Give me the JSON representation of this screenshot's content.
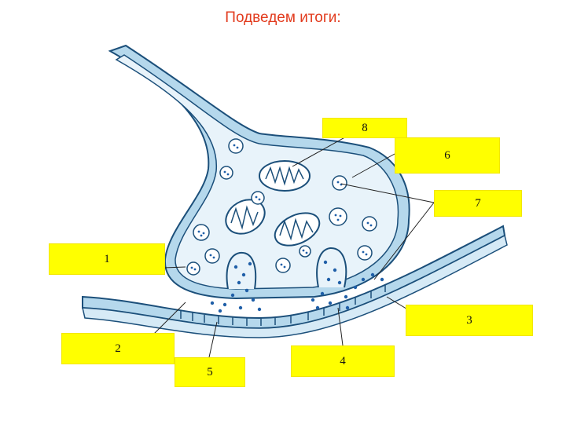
{
  "title": "Подведем итоги:",
  "labels": {
    "l1": "1",
    "l2": "2",
    "l3": "3",
    "l4": "4",
    "l5": "5",
    "l6": "6",
    "l7": "7",
    "l8": "8"
  },
  "colors": {
    "title": "#e23b1e",
    "label_fill": "#ffff00",
    "membrane_fill": "#b5d8ec",
    "outline": "#1b4f7a",
    "vesicle_dot": "#1f5fa8",
    "cleft": "#e8f3fa"
  }
}
